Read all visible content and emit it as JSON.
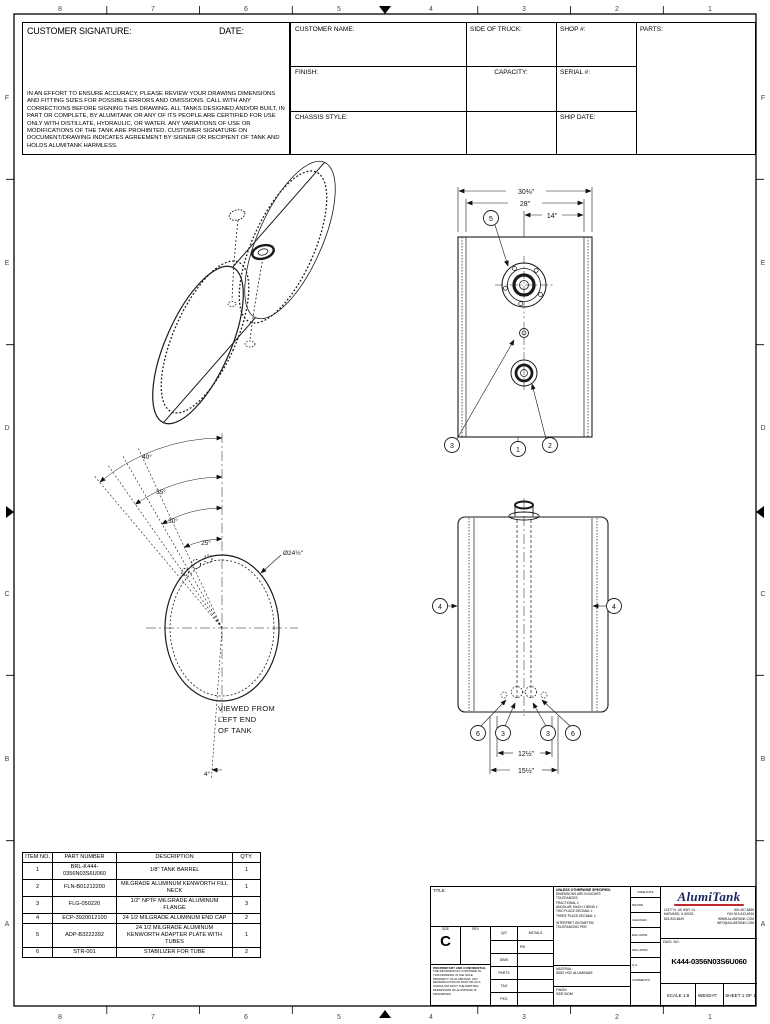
{
  "zones": {
    "cols": [
      "8",
      "7",
      "6",
      "5",
      "4",
      "3",
      "2",
      "1"
    ],
    "rows": [
      "F",
      "E",
      "D",
      "C",
      "B",
      "A"
    ]
  },
  "signature_block": {
    "signature_label": "CUSTOMER SIGNATURE:",
    "date_label": "DATE:",
    "disclaimer": "IN AN EFFORT TO ENSURE ACCURACY, PLEASE REVIEW YOUR DRAWING DIMENSIONS AND FITTING SIZES FOR POSSIBLE ERRORS AND OMISSIONS.  CALL WITH ANY CORRECTIONS BEFORE SIGNING THIS DRAWING.  ALL TANKS DESIGNED AND/OR BUILT, IN PART OR COMPLETE, BY ALUMITANK OR ANY OF ITS PEOPLE ARE CERTIFIED FOR USE ONLY WITH DISTILLATE, HYDRAULIC, OR WATER.  ANY VARIATIONS OF USE OR MODIFICATIONS OF THE TANK ARE PROHIBITED.  CUSTOMER SIGNATURE ON DOCUMENT/DRAWING INDICATES AGREEMENT BY SIGNER OR RECIPIENT OF TANK AND HOLDS ALUMITANK HARMLESS."
  },
  "order_form": {
    "customer_name_label": "CUSTOMER NAME:",
    "side_of_truck_label": "SIDE OF TRUCK:",
    "shop_label": "SHOP #:",
    "parts_label": "PARTS:",
    "finish_label": "FINISH:",
    "capacity_label": "CAPACITY:",
    "serial_label": "SERIAL #:",
    "chassis_label": "CHASSIS STYLE:",
    "ship_date_label": "SHIP DATE:"
  },
  "front_view": {
    "dim_overall": "30⅜\"",
    "dim_body": "28\"",
    "dim_half": "14\"",
    "balloon_top": "5",
    "balloon_left": "3",
    "balloon_center": "1",
    "balloon_right": "2"
  },
  "end_view": {
    "angle_40": "40°",
    "angle_35": "35°",
    "angle_30": "30°",
    "angle_25": "25°",
    "angle_4": "4°",
    "diameter": "Ø24½\"",
    "caption_line1": "VIEWED FROM",
    "caption_line2": "LEFT END",
    "caption_line3": "OF TANK"
  },
  "side_view": {
    "balloon_left": "4",
    "balloon_right": "4",
    "balloon_b1": "6",
    "balloon_b2": "3",
    "balloon_b3": "3",
    "balloon_b4": "6",
    "dim_inner": "12½\"",
    "dim_outer": "15½\""
  },
  "bom": {
    "headers": [
      "ITEM NO.",
      "PART NUMBER",
      "DESCRIPTION",
      "QTY."
    ],
    "rows": [
      {
        "item": "1",
        "part": "BRL-K444-0356N03S6U060",
        "desc": "1/8\" TANK BARREL",
        "qty": "1"
      },
      {
        "item": "2",
        "part": "FLN-B01212200",
        "desc": "MILGRADE ALUMINUM KENWORTH FILL NECK",
        "qty": "1"
      },
      {
        "item": "3",
        "part": "FLG-050220",
        "desc": "1/2\" NPTF MILGRADE ALUMINUM FLANGE",
        "qty": "3"
      },
      {
        "item": "4",
        "part": "ECP-3920012100",
        "desc": "24 1/2 MILGRADE ALUMINUM END CAP",
        "qty": "2"
      },
      {
        "item": "5",
        "part": "ADP-B3222392",
        "desc": "24 1/2 MILGRADE ALUMINUM KENWORTH ADAPTER PLATE WITH TUBES",
        "qty": "1"
      },
      {
        "item": "6",
        "part": "STR-001",
        "desc": "STABILIZER FOR TUBE",
        "qty": "2"
      }
    ]
  },
  "title_block": {
    "title_label": "TITLE:",
    "size_label": "SIZE",
    "size_value": "C",
    "rev_label": "REV",
    "qc_label": "Q/C",
    "initials_label": "INITIALS",
    "row_psi": "PSI",
    "row_dims": "DIMS",
    "row_parts": "PARTS",
    "row_tag": "TAG",
    "row_pkg": "PKG",
    "tol_title": "UNLESS OTHERWISE SPECIFIED:",
    "tol_lines": [
      "DIMENSIONS ARE IN INCHES",
      "TOLERANCES:",
      "FRACTIONAL ±",
      "ANGULAR: MACH ±  BEND ±",
      "TWO PLACE DECIMAL    ±",
      "THREE PLACE DECIMAL  ±",
      "INTERPRET GEOMETRIC",
      "TOLERANCING PER:"
    ],
    "names_name": "NAME",
    "names_date": "DATE",
    "names_rows": [
      "DRAWN",
      "CHECKED",
      "ENG APPR.",
      "MFG APPR.",
      "Q.A.",
      "COMMENTS:"
    ],
    "material_label": "MATERIAL:",
    "material_value": "5052 H32 ALUMINUM",
    "finish_label": "FINISH:",
    "finish_value": "SEE BOM",
    "proprietary_title": "PROPRIETARY AND CONFIDENTIAL",
    "proprietary_text": "THE INFORMATION CONTAINED IN THIS DRAWING IS THE SOLE PROPERTY OF ALUMITANK. ANY REPRODUCTION IN PART OR AS A WHOLE WITHOUT THE WRITTEN PERMISSION OF ALUMITANK IS PROHIBITED.",
    "company_name": "AlumiTank",
    "address_left": [
      "11377 N. US HWY 14",
      "HARVARD, IL 60033",
      "815-943-6649"
    ],
    "address_right": [
      "800-457-6655",
      "FAX 815-943-6916",
      "WWW.ALUMITANK.COM",
      "INFO@ALUMITANK.COM"
    ],
    "dwg_label": "DWG. NO.",
    "dwg_value": "K444-0356N03S6U060",
    "scale_label": "SCALE 1:8",
    "weight_label": "WEIGHT:",
    "sheet_label": "SHEET 1 OF 1"
  }
}
